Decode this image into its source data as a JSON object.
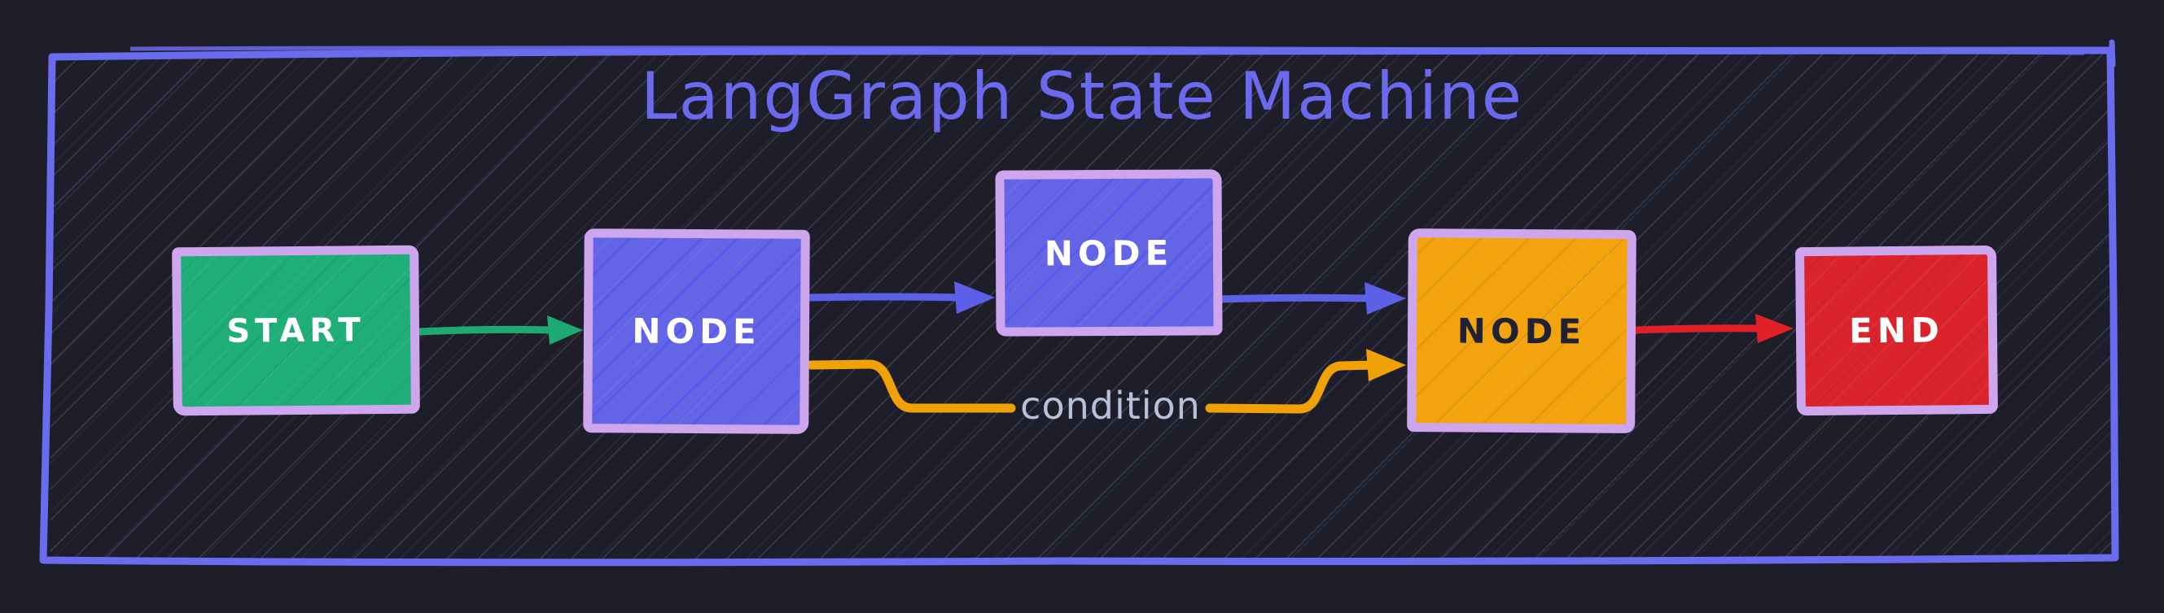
{
  "title": "LangGraph State Machine",
  "background": {
    "color": "#1e1e2b",
    "hatch_color": "#3f455c"
  },
  "frame": {
    "color": "#6b6bf0"
  },
  "diagram": {
    "nodes": [
      {
        "id": "start",
        "label": "START",
        "fill": "#1fae79",
        "border": "#cda6ee",
        "text_color": "#ffffff"
      },
      {
        "id": "node-main",
        "label": "NODE",
        "fill": "#6365e6",
        "border": "#cda6ee",
        "text_color": "#ffffff"
      },
      {
        "id": "node-top",
        "label": "NODE",
        "fill": "#6365e6",
        "border": "#cda6ee",
        "text_color": "#ffffff"
      },
      {
        "id": "node-merge",
        "label": "NODE",
        "fill": "#f2a30e",
        "border": "#cda6ee",
        "text_color": "#1e2234"
      },
      {
        "id": "end",
        "label": "END",
        "fill": "#da232b",
        "border": "#cda6ee",
        "text_color": "#ffffff"
      }
    ],
    "edges": [
      {
        "id": "start-to-node-main",
        "from": "start",
        "to": "node-main",
        "color": "#1ea873",
        "label": ""
      },
      {
        "id": "node-main-to-node-top",
        "from": "node-main",
        "to": "node-top",
        "color": "#5c60e6",
        "label": ""
      },
      {
        "id": "node-top-to-node-merge",
        "from": "node-top",
        "to": "node-merge",
        "color": "#5c60e6",
        "label": ""
      },
      {
        "id": "node-main-to-node-merge",
        "from": "node-main",
        "to": "node-merge",
        "color": "#f0a105",
        "label": "condition"
      },
      {
        "id": "node-merge-to-end",
        "from": "node-merge",
        "to": "end",
        "color": "#e02027",
        "label": ""
      }
    ]
  }
}
